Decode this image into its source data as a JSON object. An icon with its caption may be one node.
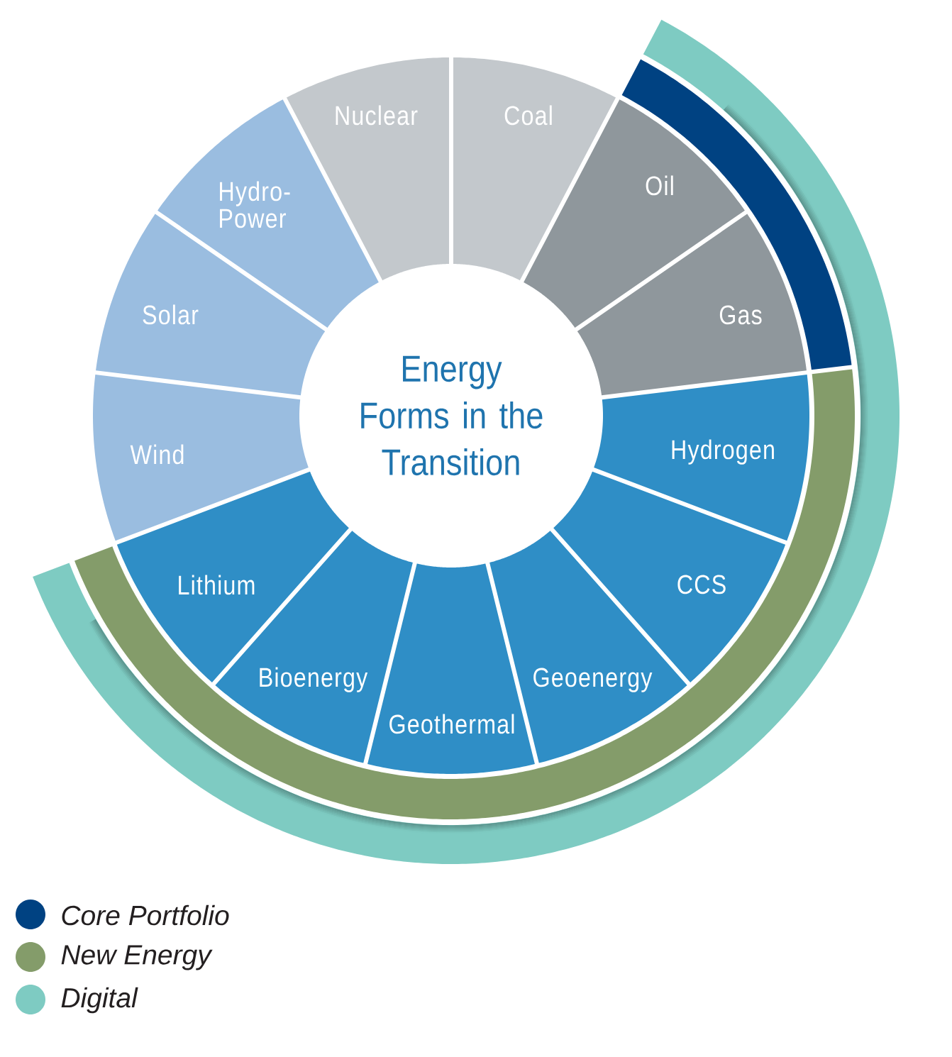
{
  "diagram": {
    "nodes": [
      {
        "text": [
          "Energy Forms in the Transition"
        ]
      },
      {
        "text": [
          "Nuclear"
        ]
      },
      {
        "text": [
          "Coal"
        ]
      },
      {
        "text": [
          "Oil"
        ]
      },
      {
        "text": [
          "Gas"
        ]
      },
      {
        "text": [
          "Hydrogen"
        ]
      },
      {
        "text": [
          "CCS"
        ]
      },
      {
        "text": [
          "Geoenergy"
        ]
      },
      {
        "text": [
          "Geothermal"
        ]
      },
      {
        "text": [
          "Bioenergy"
        ]
      },
      {
        "text": [
          "Lithium"
        ]
      },
      {
        "text": [
          "Wind"
        ]
      },
      {
        "text": [
          "Solar"
        ]
      },
      {
        "text": [
          "Hydro-Power"
        ]
      },
      {
        "text": [],
        "shape": "band"
      },
      {
        "text": [],
        "shape": "band"
      },
      {
        "text": [],
        "shape": "band"
      }
    ],
    "legend": [
      {
        "text": "Core Portfolio",
        "color": "#004282"
      },
      {
        "text": "New Energy",
        "color": "#849c6a"
      },
      {
        "text": "Digital",
        "color": "#7ecbc2"
      }
    ]
  }
}
